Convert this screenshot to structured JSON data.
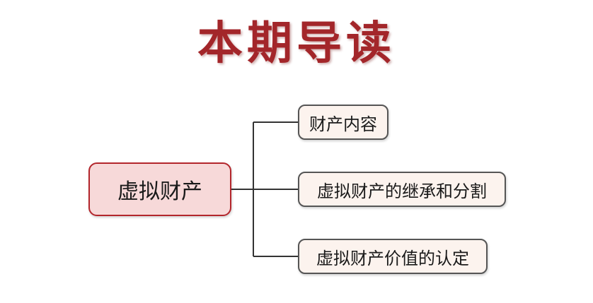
{
  "title": "本期导读",
  "mindmap": {
    "root": "虚拟财产",
    "children": [
      "财产内容",
      "虚拟财产的继承和分割",
      "虚拟财产价值的认定"
    ]
  },
  "colors": {
    "title": "#a3262a",
    "root_fill": "#f7d9d9",
    "root_border": "#b3262c",
    "child_fill": "#fcf3ee",
    "child_border": "#555555",
    "connector": "#333333"
  }
}
